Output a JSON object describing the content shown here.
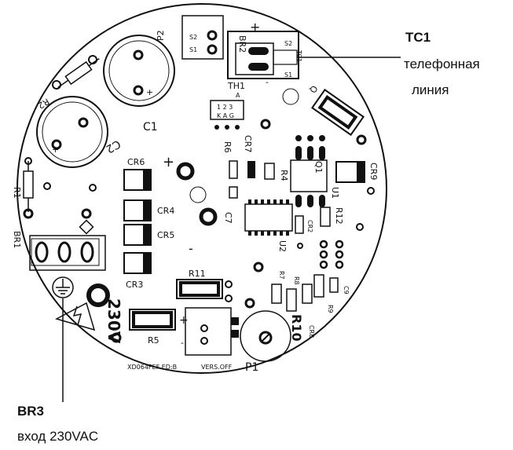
{
  "callouts": {
    "tc1": {
      "title": "TC1",
      "line1": "телефонная",
      "line2": "линия"
    },
    "br3": {
      "title": "BR3",
      "line1": "вход 230VAC"
    }
  },
  "silkscreen": {
    "p2": "P2",
    "s2": "S2",
    "s1": "S1",
    "br2": "BR2",
    "plus": "+",
    "minus": "-",
    "tc1_s2": "S2",
    "tc1_s1": "S1",
    "tc1_mark": "TC1",
    "th1": "TH1",
    "th1_a": "A",
    "pin_nums": "1 2 3",
    "pin_kag": "K A G",
    "q": "Q",
    "r2": "R2",
    "c1": "C1",
    "c2": "C2",
    "r1": "R1",
    "br1": "BR1",
    "cr6": "CR6",
    "cr4": "CR4",
    "cr5": "CR5",
    "cr3": "CR3",
    "r6": "R6",
    "cr7": "CR7",
    "r4": "R4",
    "q1": "Q1",
    "cr9": "CR9",
    "u1": "U1",
    "r12": "R12",
    "cr2": "CR2",
    "c7": "C7",
    "u2": "U2",
    "r7": "R7",
    "r8": "R8",
    "r9": "R9",
    "c9": "C9",
    "cr8": "CR8",
    "r11": "R11",
    "r5": "R5",
    "r10": "R10",
    "p1": "P1",
    "v230": "230V",
    "footer_left": "XD064FEF ED:B",
    "footer_right": "VERS.OFF"
  },
  "colors": {
    "ink": "#111111",
    "board": "#ffffff",
    "pad": "#222222"
  }
}
